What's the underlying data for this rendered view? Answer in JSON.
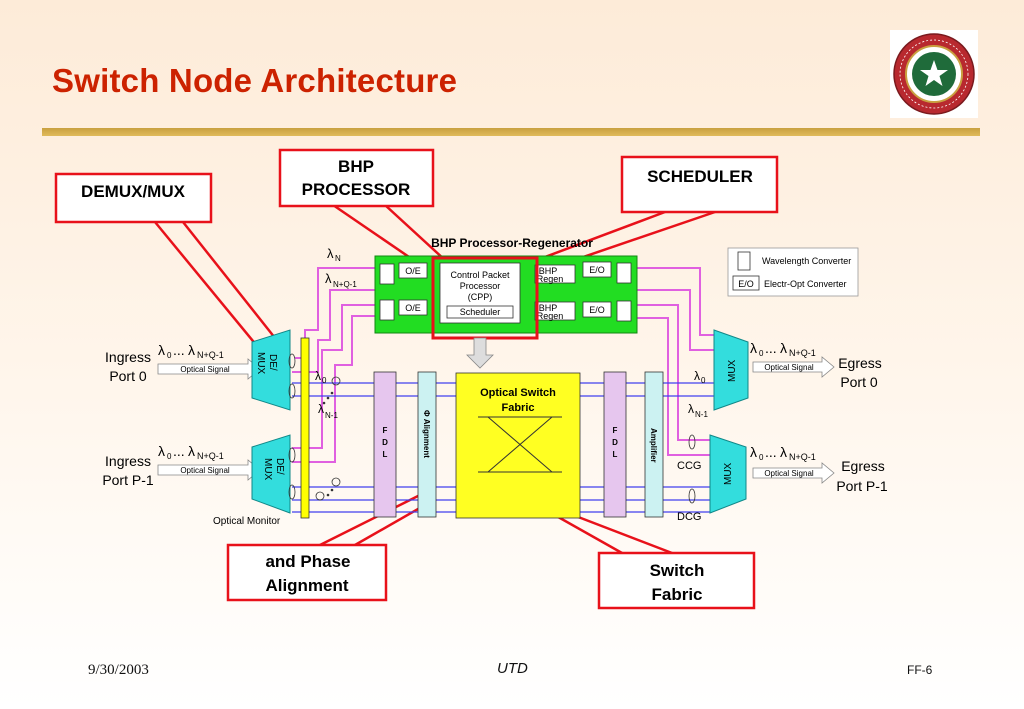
{
  "slide": {
    "title": "Switch Node Architecture"
  },
  "callouts": {
    "demux_mux": "DEMUX/MUX",
    "bhp_processor_line1": "BHP",
    "bhp_processor_line2": "PROCESSOR",
    "scheduler": "SCHEDULER",
    "phase_alignment_line1": "and Phase",
    "phase_alignment_line2": "Alignment",
    "switch_fabric_line1": "Switch",
    "switch_fabric_line2": "Fabric"
  },
  "bhp_block": {
    "title": "BHP Processor-Regenerator",
    "oe_label": "O/E",
    "eo_label": "E/O",
    "cpp_line1": "Control Packet",
    "cpp_line2": "Processor",
    "cpp_line3": "(CPP)",
    "scheduler_label": "Scheduler",
    "bhp_regen_line1": "BHP",
    "bhp_regen_line2": "Regen"
  },
  "legend": {
    "wavelength_converter": "Wavelength Converter",
    "eo_symbol": "E/O",
    "electr_opt_converter": "Electr-Opt Converter"
  },
  "ports": {
    "ingress_0_line1": "Ingress",
    "ingress_0_line2": "Port 0",
    "ingress_p1_line1": "Ingress",
    "ingress_p1_line2": "Port P-1",
    "egress_0_line1": "Egress",
    "egress_0_line2": "Port 0",
    "egress_p1_line1": "Egress",
    "egress_p1_line2": "Port P-1",
    "optical_signal": "Optical Signal"
  },
  "wavelengths": {
    "lambda": "λ",
    "sub_n": "N",
    "sub_nq1": "N+Q-1",
    "sub_0": "0",
    "sub_n1": "N-1",
    "dots": "...",
    "range_end": "N+Q-1"
  },
  "components": {
    "demux_line1": "DE/",
    "demux_line2": "MUX",
    "mux": "MUX",
    "fdl_f": "F",
    "fdl_d": "D",
    "fdl_l": "L",
    "alignment": "Φ Alignment",
    "amplifier": "Amplifier",
    "switch_fabric_line1": "Optical Switch",
    "switch_fabric_line2": "Fabric",
    "ccg": "CCG",
    "dcg": "DCG",
    "optical_monitor": "Optical Monitor"
  },
  "footer": {
    "date": "9/30/2003",
    "center": "UTD",
    "page": "FF-6"
  },
  "colors": {
    "title": "#cc2200",
    "callout_border": "#e8111a",
    "bhp_block_fill": "#22dd22",
    "demux_fill": "#33dddd",
    "fdl_fill": "#e6c6ee",
    "alignment_fill": "#ccf2f2",
    "switch_fill": "#ffff22",
    "monitor_fill": "#ffff00"
  }
}
